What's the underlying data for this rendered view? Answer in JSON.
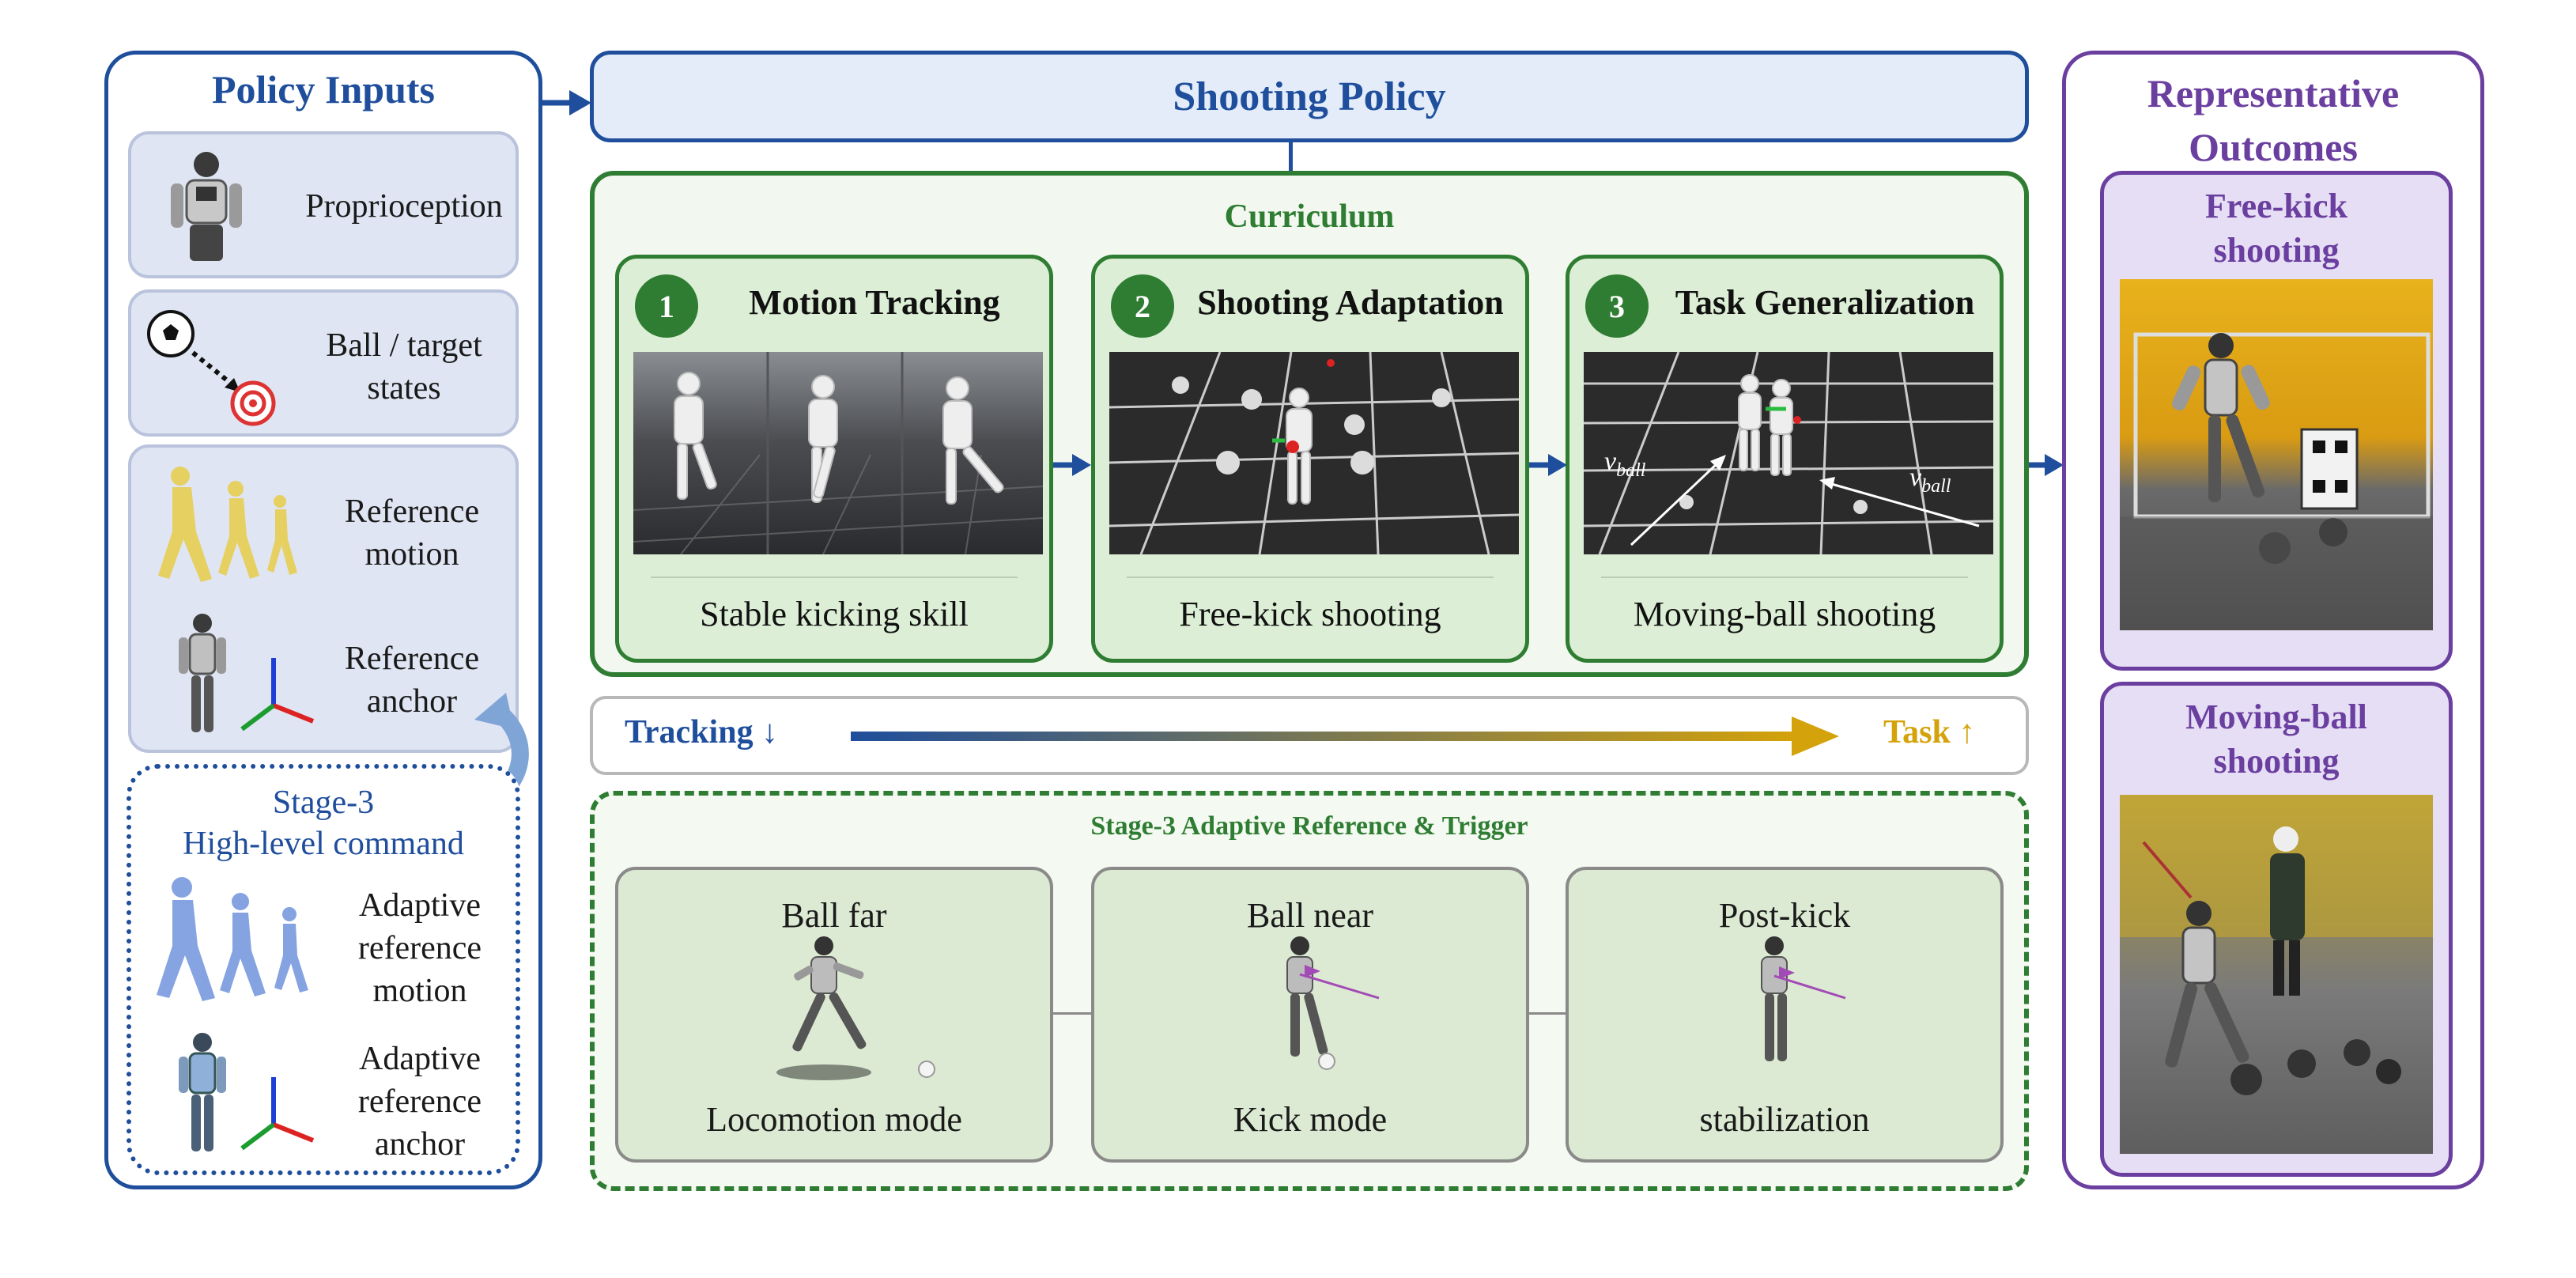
{
  "policy_inputs": {
    "title": "Policy Inputs",
    "items": [
      {
        "label": "Proprioception"
      },
      {
        "label_lines": [
          "Ball / target",
          "states"
        ]
      },
      {
        "label_lines": [
          "Reference",
          "motion"
        ]
      },
      {
        "label_lines": [
          "Reference",
          "anchor"
        ]
      }
    ],
    "stage3": {
      "title_lines": [
        "Stage-3",
        "High-level command"
      ],
      "items": [
        {
          "label_lines": [
            "Adaptive",
            "reference",
            "motion"
          ]
        },
        {
          "label_lines": [
            "Adaptive",
            "reference",
            "anchor"
          ]
        }
      ]
    }
  },
  "shooting_policy": {
    "title": "Shooting Policy",
    "curriculum": {
      "title": "Curriculum",
      "stages": [
        {
          "number": "1",
          "title": "Motion Tracking",
          "caption": "Stable kicking skill"
        },
        {
          "number": "2",
          "title": "Shooting Adaptation",
          "caption": "Free-kick shooting"
        },
        {
          "number": "3",
          "title": "Task Generalization",
          "caption": "Moving-ball shooting",
          "annotations": [
            "v",
            "ball"
          ]
        }
      ]
    },
    "tradeoff": {
      "left": "Tracking ↓",
      "right": "Task ↑",
      "left_color": "#1f4e9c",
      "right_color": "#d4a20a"
    },
    "adaptive": {
      "title": "Stage-3 Adaptive Reference & Trigger",
      "modes": [
        {
          "top": "Ball far",
          "bottom": "Locomotion mode"
        },
        {
          "top": "Ball near",
          "bottom": "Kick mode"
        },
        {
          "top": "Post-kick",
          "bottom": "stabilization"
        }
      ]
    }
  },
  "outcomes": {
    "title_lines": [
      "Representative",
      "Outcomes"
    ],
    "cards": [
      {
        "title_lines": [
          "Free-kick",
          "shooting"
        ]
      },
      {
        "title_lines": [
          "Moving-ball",
          "shooting"
        ]
      }
    ]
  },
  "colors": {
    "blue": "#1f4e9c",
    "green": "#2e7d32",
    "purple": "#6b3fa0",
    "gold": "#d4a20a"
  }
}
